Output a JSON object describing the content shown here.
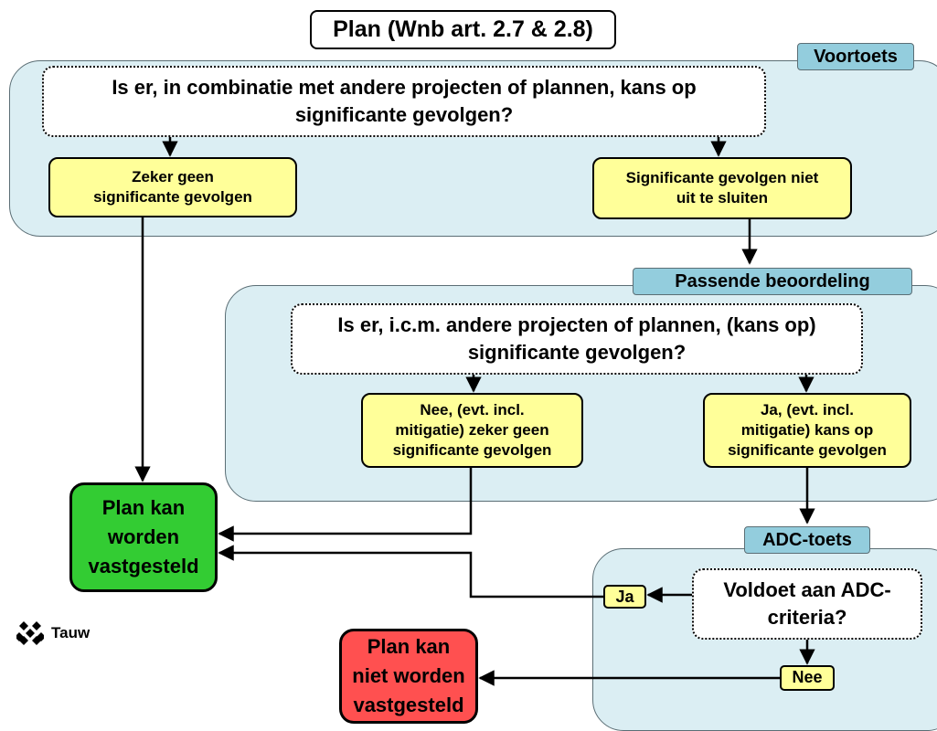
{
  "title": "Plan (Wnb art. 2.7 & 2.8)",
  "colors": {
    "panel": "#dbeef3",
    "tag": "#93cddd",
    "decision_box": "#ffff99",
    "positive_outcome": "#33cc33",
    "negative_outcome": "#ff5050"
  },
  "voortoets": {
    "tag": "Voortoets",
    "question": "Is er, in combinatie met andere projecten of plannen, kans op\nsignificante gevolgen?",
    "no_effects": "Zeker geen\nsignificante gevolgen",
    "effects_possible": "Significante gevolgen niet\nuit te sluiten"
  },
  "passende_beoordeling": {
    "tag": "Passende beoordeling",
    "question": "Is er, i.c.m. andere projecten of plannen, (kans op)\nsignificante gevolgen?",
    "no": "Nee, (evt. incl.\nmitigatie) zeker geen\nsignificante gevolgen",
    "yes": "Ja, (evt. incl.\nmitigatie) kans op\nsignificante gevolgen"
  },
  "adc_toets": {
    "tag": "ADC-toets",
    "question": "Voldoet aan ADC-\ncriteria?",
    "yes": "Ja",
    "no": "Nee"
  },
  "outcomes": {
    "approved": "Plan kan\nworden\nvastgesteld",
    "rejected": "Plan kan\nniet worden\nvastgesteld"
  },
  "logo": {
    "name": "Tauw",
    "icon": "tauw-logo-icon"
  }
}
